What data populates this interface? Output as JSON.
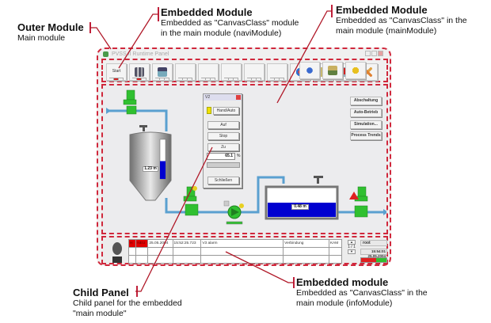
{
  "annotations": {
    "outer_module": {
      "title": "Outer Module",
      "subtitle": "Main module"
    },
    "navi_module": {
      "title": "Embedded Module",
      "line1": "Embedded as \"CanvasClass\" module",
      "line2": "in the main module (naviModule)"
    },
    "main_module": {
      "title": "Embedded Module",
      "line1": "Embedded as \"CanvasClass\" in the",
      "line2": "main module (mainModule)"
    },
    "child_panel": {
      "title": "Child Panel",
      "line1": "Child panel for the embedded",
      "line2": "\"main module\""
    },
    "info_module": {
      "title": "Embedded module",
      "line1": "Embedded as \"CanvasClass\" in the",
      "line2": "main module (infoModule)"
    }
  },
  "window": {
    "title": "PVSS II Runtime Panel"
  },
  "toolbar": {
    "buttons": [
      {
        "label": "Start",
        "icon": "start-icon"
      },
      {
        "label": "",
        "icon": "plant-overview-icon"
      },
      {
        "label": "",
        "icon": "screen-icon"
      },
      {
        "label": "",
        "icon": ""
      },
      {
        "label": "",
        "icon": ""
      },
      {
        "label": "",
        "icon": ""
      },
      {
        "label": "",
        "icon": ""
      },
      {
        "label": "",
        "icon": ""
      },
      {
        "label": "",
        "icon": "navigation-arrows-icon"
      },
      {
        "label": "",
        "icon": "grid-icon"
      },
      {
        "label": "",
        "icon": "alarm-bell-icon"
      },
      {
        "label": "",
        "icon": "tools-icon"
      },
      {
        "label": "",
        "icon": "refresh-icon"
      },
      {
        "label": "",
        "icon": "report-icon"
      },
      {
        "label": "",
        "icon": "help-icon"
      }
    ]
  },
  "main": {
    "side_buttons": [
      "Abschaltung",
      "Auto-Betrieb",
      "Simulation...",
      "Process Trends"
    ],
    "silo_level_label": "1.23 m",
    "silo_level_fraction": 0.45,
    "tank_level_label": "0.48 m",
    "faceplate": {
      "title": "V2",
      "buttons": [
        "Hand/Auto",
        "Auf",
        "Stop",
        "Zu",
        "Schließen"
      ],
      "value": "65.1",
      "unit": "%"
    }
  },
  "info": {
    "alarm_row": {
      "priority": "H",
      "code": "NEU",
      "date": "25.05.2004",
      "time": "15:52:25.723",
      "text": "V3 alarm",
      "description": "Verbindung",
      "state": "KAM"
    },
    "pager": "1 / 1",
    "user": "root",
    "clock": "15:54:01  25.05.2004"
  }
}
